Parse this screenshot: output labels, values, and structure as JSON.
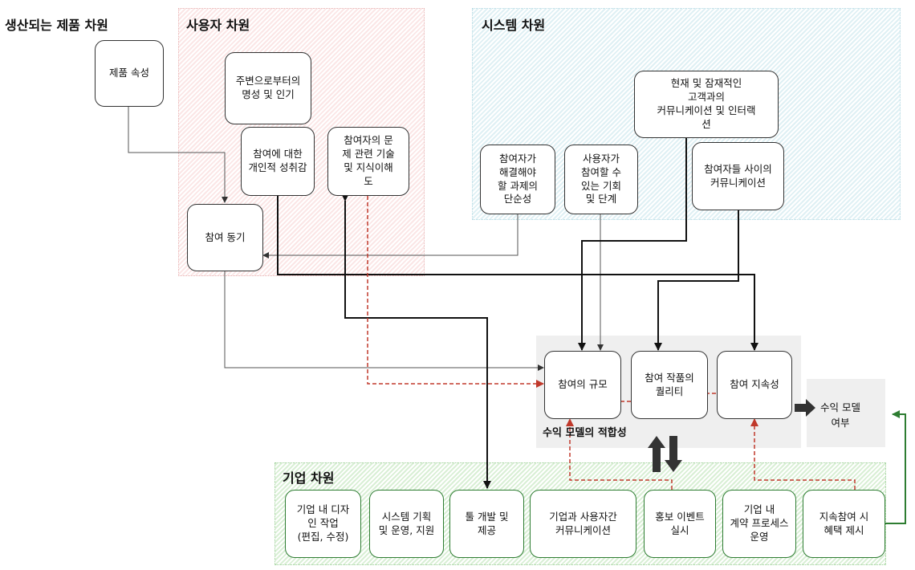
{
  "dimensions": {
    "product": "생산되는 제품 차원",
    "user": "사용자 차원",
    "system": "시스템 차원",
    "enterprise": "기업 차원"
  },
  "nodes": {
    "product_attr": "제품 속성",
    "reputation": "주변으로부터의\n명성 및 인기",
    "achievement": "참여에 대한\n개인적 성취감",
    "understanding": "참여자의 문\n제 관련 기술\n및 지식이해\n도",
    "motivation": "참여 동기",
    "task_simplicity": "참여자가\n해결해야\n할 과제의\n단순성",
    "opportunity": "사용자가\n참여할 수\n있는 기회\n및 단계",
    "customer_comm": "현재 및 잠재적인\n고객과의\n커뮤니케이션 및 인터랙\n션",
    "participant_comm": "참여자들 사이의\n커뮤니케이션",
    "scale": "참여의 규모",
    "quality": "참여 작품의\n퀄리티",
    "continuity": "참여 지속성",
    "fit_label": "수익 모델의 적합성",
    "revenue_model": "수익 모델\n여부",
    "design_work": "기업 내 디자\n인 작업\n(편집, 수정)",
    "system_plan": "시스템 기획\n및 운영, 지원",
    "tool_dev": "툴 개발 및\n제공",
    "company_comm": "기업과 사용자간\n커뮤니케이션",
    "promo_event": "홍보 이벤트\n실시",
    "contract_process": "기업 내\n계약 프로세스\n운영",
    "benefit": "지속참여 시\n혜택 제시"
  },
  "colors": {
    "user_region": "#fbe6e6",
    "system_region": "#dff0f4",
    "enterprise_region": "#d9efd5",
    "fit_region": "#efefef",
    "dashed_arrow": "#c0392b",
    "green_arrow": "#2e7d32",
    "solid_arrow": "#111111"
  }
}
